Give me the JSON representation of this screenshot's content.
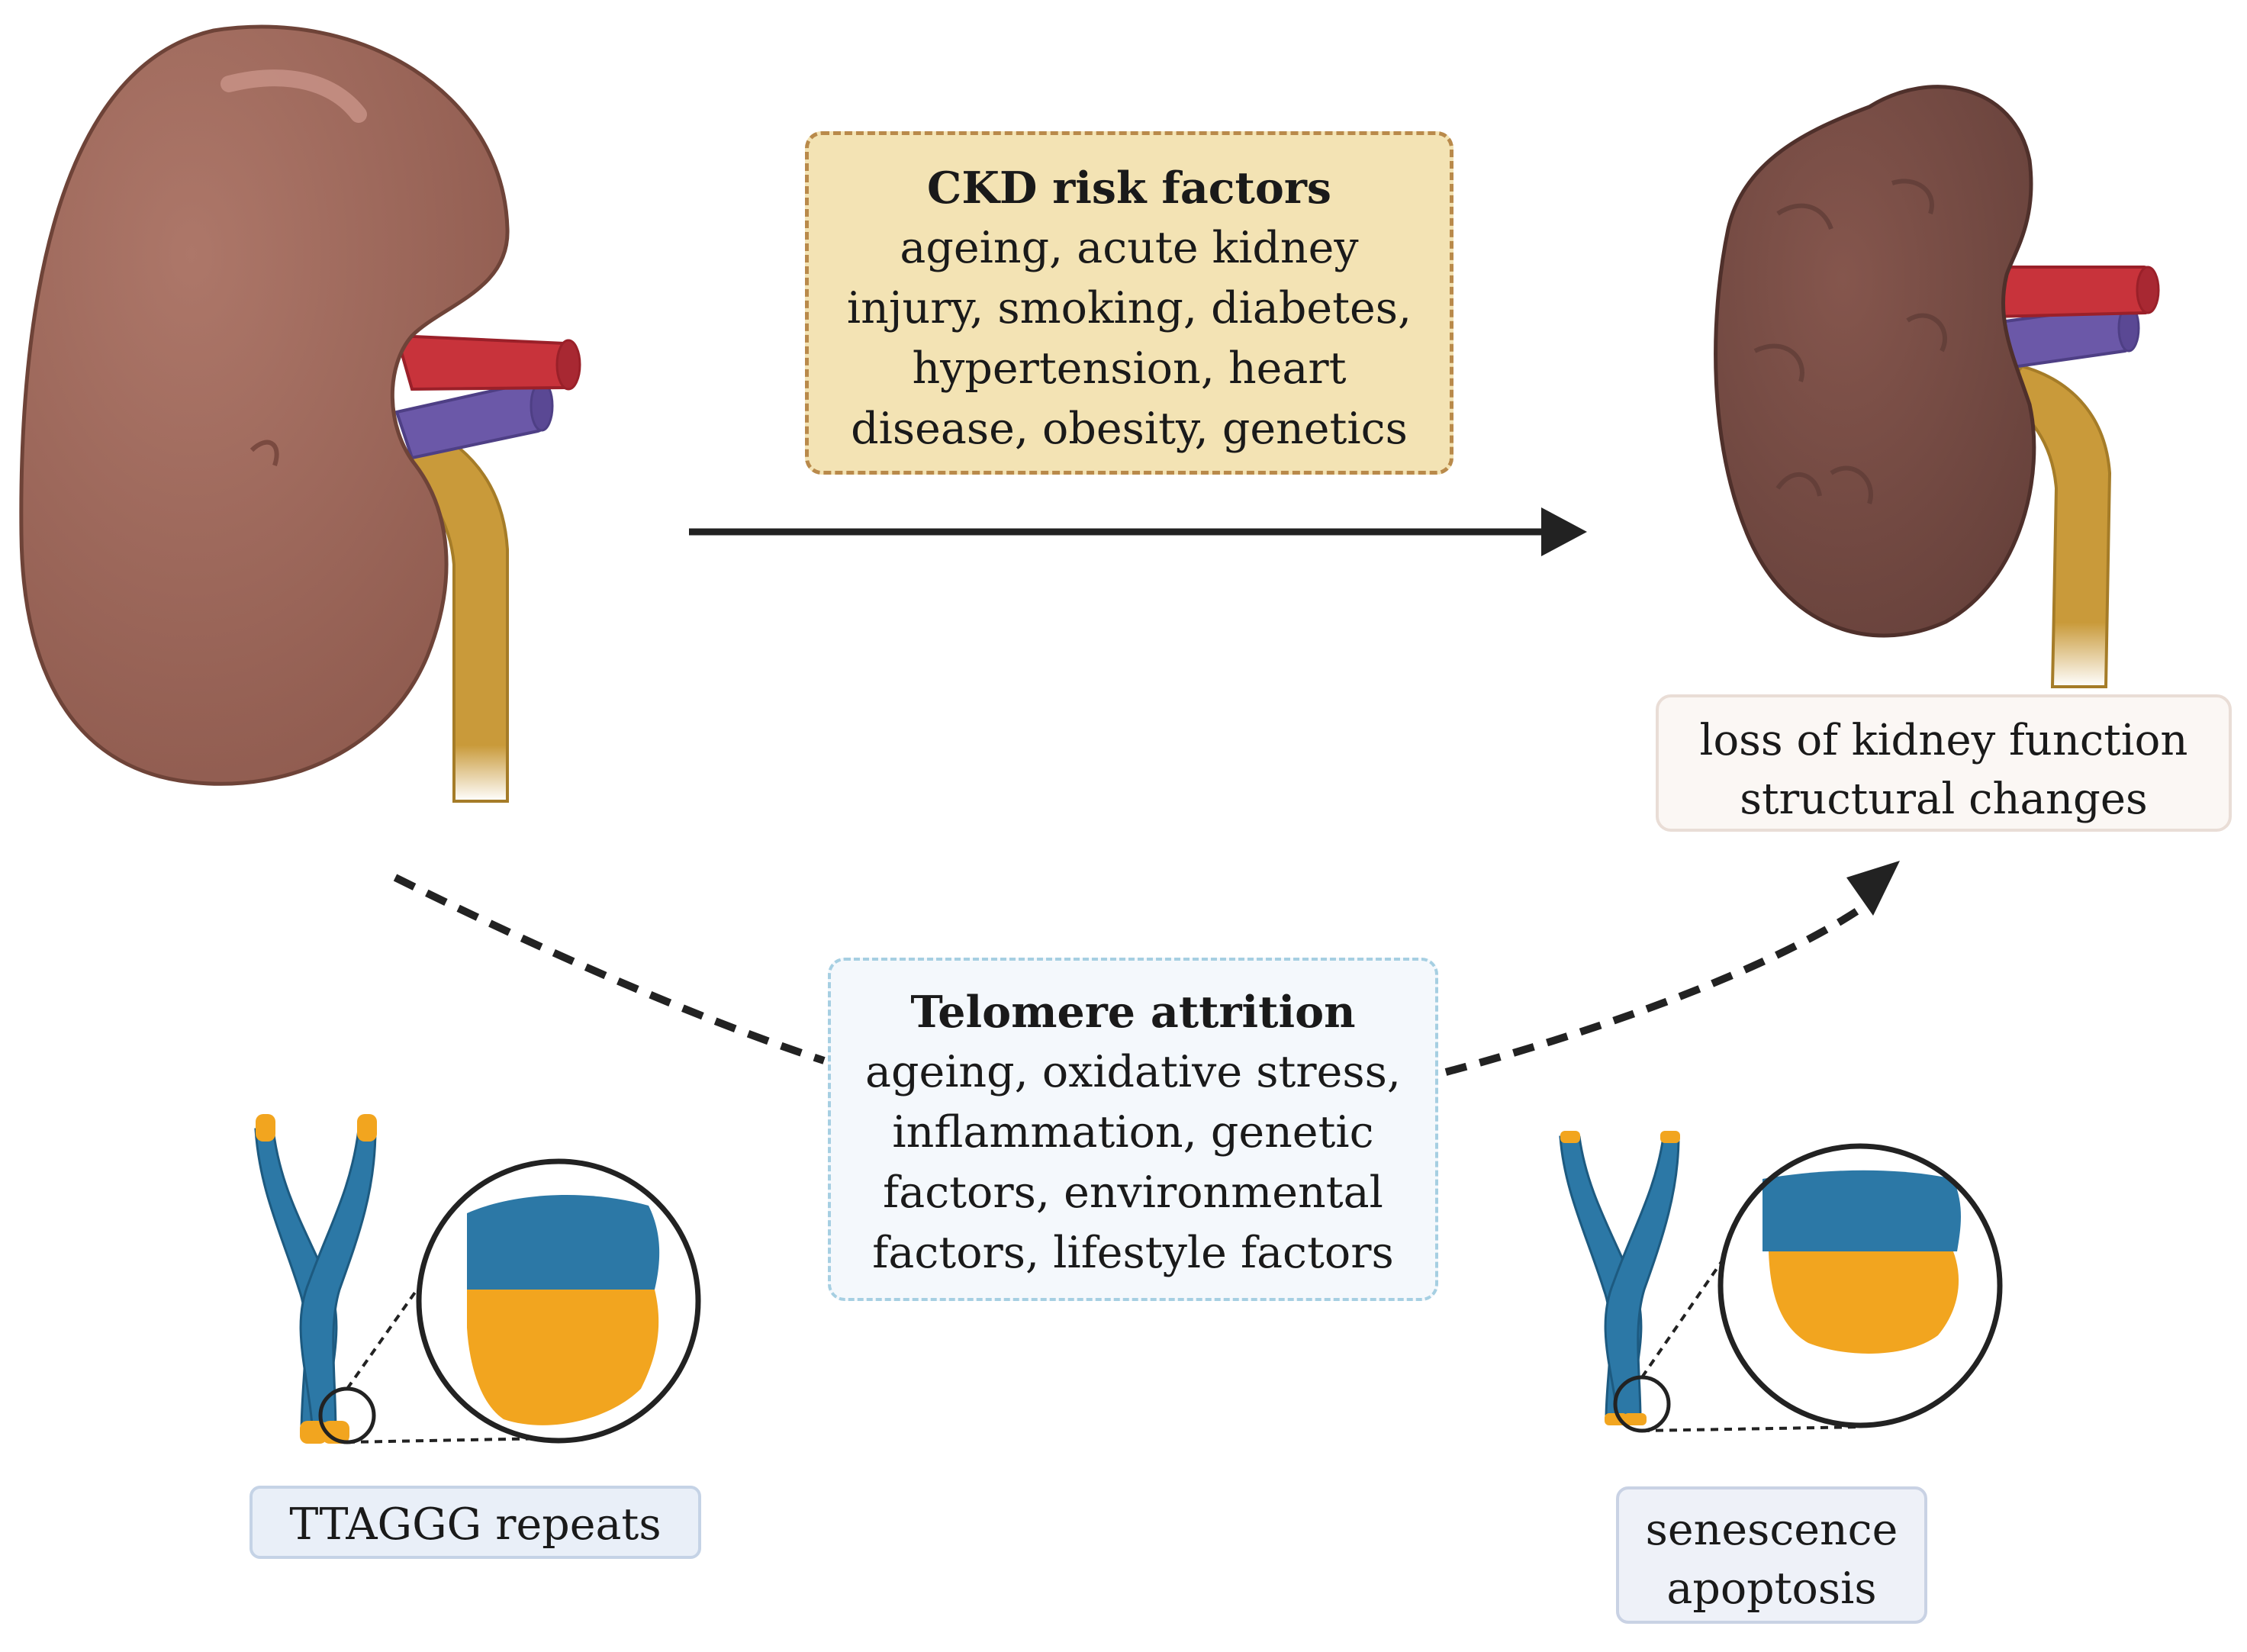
{
  "risk_factors": {
    "title": "CKD risk factors",
    "lines": [
      "ageing, acute kidney",
      "injury, smoking, diabetes,",
      "hypertension, heart",
      "disease, obesity, genetics"
    ]
  },
  "telomere": {
    "title": "Telomere attrition",
    "lines": [
      "ageing, oxidative stress,",
      "inflammation, genetic",
      "factors, environmental",
      "factors, lifestyle factors"
    ]
  },
  "outcome": {
    "lines": [
      "loss of kidney function",
      "structural changes"
    ]
  },
  "repeats": {
    "label": "TTAGGG repeats"
  },
  "fate": {
    "lines": [
      "senescence",
      "apoptosis"
    ]
  },
  "colors": {
    "kidney_healthy": "#a0695c",
    "kidney_damaged": "#7a4d46",
    "artery": "#c8333b",
    "vein": "#6b58a8",
    "ureter": "#c99a3a",
    "chromosome": "#2c78a6",
    "telomere": "#f2a51f",
    "arrow": "#222222"
  }
}
